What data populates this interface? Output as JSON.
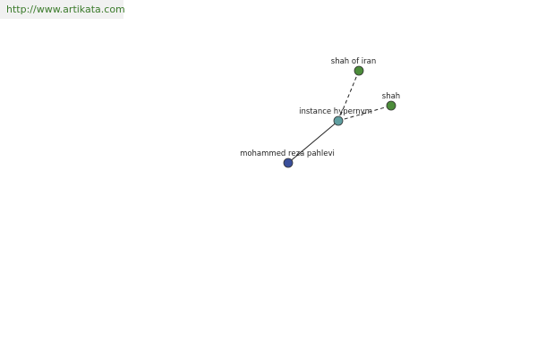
{
  "watermark": {
    "url": "http://www.artikata.com"
  },
  "graph": {
    "nodes": {
      "center": {
        "label": "instance hypernym",
        "color": "#5f9ea0"
      },
      "source": {
        "label": "mohammed reza pahlevi",
        "color": "#3a4f9a"
      },
      "target1": {
        "label": "shah of iran",
        "color": "#4c8c3a"
      },
      "target2": {
        "label": "shah",
        "color": "#4c8c3a"
      }
    },
    "edges": [
      {
        "from": "source",
        "to": "center",
        "style": "solid"
      },
      {
        "from": "center",
        "to": "target1",
        "style": "dashed"
      },
      {
        "from": "center",
        "to": "target2",
        "style": "dashed"
      }
    ]
  }
}
